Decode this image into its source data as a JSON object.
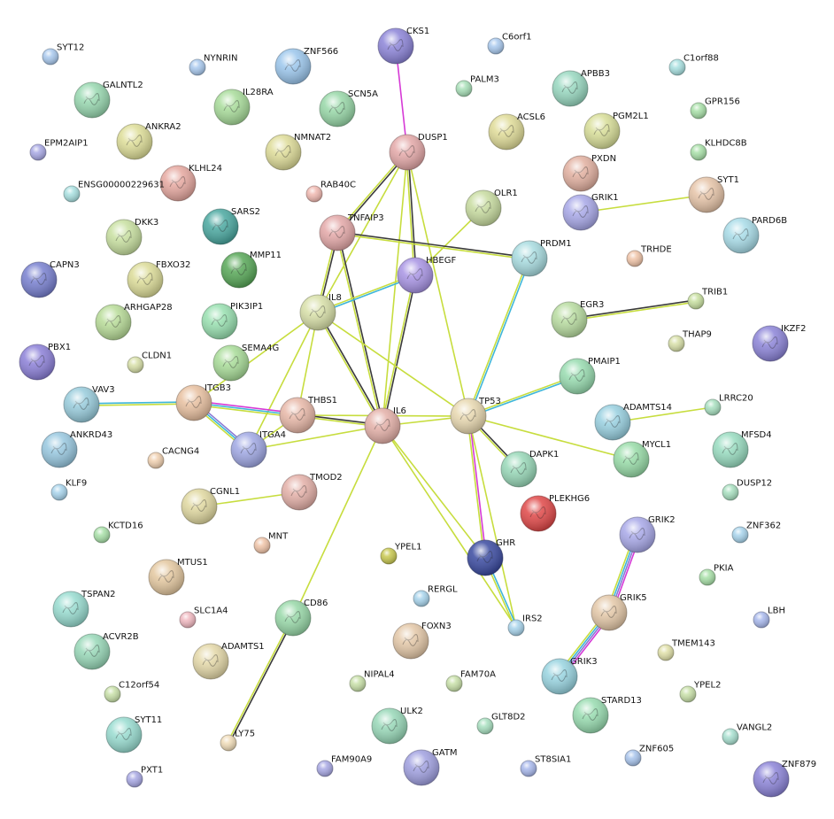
{
  "edge_colors": {
    "textmining": "#c7dd3e",
    "coexpression": "#3a3a3a",
    "experiments": "#d63ad6",
    "databases": "#3fb6d9",
    "homology": "#8a78d4"
  },
  "nodes": [
    {
      "id": "SYT12",
      "color": "#a9c9ee",
      "r": 9
    },
    {
      "id": "NYNRIN",
      "color": "#a9c9ee",
      "r": 9
    },
    {
      "id": "ZNF566",
      "color": "#9bc6ec",
      "r": 20
    },
    {
      "id": "CKS1",
      "color": "#8c84d8",
      "r": 20
    },
    {
      "id": "C6orf1",
      "color": "#a9c9ee",
      "r": 9
    },
    {
      "id": "PALM3",
      "color": "#a8e0b8",
      "r": 9
    },
    {
      "id": "C1orf88",
      "color": "#a8e0e0",
      "r": 9
    },
    {
      "id": "GALNTL2",
      "color": "#98d8b0",
      "r": 20
    },
    {
      "id": "IL28RA",
      "color": "#a8dc9a",
      "r": 20
    },
    {
      "id": "SCN5A",
      "color": "#98d8a8",
      "r": 20
    },
    {
      "id": "APBB3",
      "color": "#98d8c0",
      "r": 20
    },
    {
      "id": "GPR156",
      "color": "#a8e0a8",
      "r": 9
    },
    {
      "id": "ANKRA2",
      "color": "#dede98",
      "r": 20
    },
    {
      "id": "ACSL6",
      "color": "#e0dc98",
      "r": 20
    },
    {
      "id": "PGM2L1",
      "color": "#d8de98",
      "r": 20
    },
    {
      "id": "EPM2AIP1",
      "color": "#a8a8e4",
      "r": 9
    },
    {
      "id": "NMNAT2",
      "color": "#dedc98",
      "r": 20
    },
    {
      "id": "DUSP1",
      "color": "#e4a8a8",
      "r": 20
    },
    {
      "id": "KLHDC8B",
      "color": "#a8e0a8",
      "r": 9
    },
    {
      "id": "KLHL24",
      "color": "#e6a8a0",
      "r": 20
    },
    {
      "id": "PXDN",
      "color": "#e2b0a0",
      "r": 20
    },
    {
      "id": "ENSG00000229631",
      "color": "#a8e0e0",
      "r": 9
    },
    {
      "id": "RAB40C",
      "color": "#f0b8b0",
      "r": 9
    },
    {
      "id": "SYT1",
      "color": "#e6c4a8",
      "r": 20
    },
    {
      "id": "GRIK1",
      "color": "#a8a8e8",
      "r": 20
    },
    {
      "id": "OLR1",
      "color": "#c8dca0",
      "r": 20
    },
    {
      "id": "TNFAIP3",
      "color": "#e4a8a8",
      "r": 20
    },
    {
      "id": "SARS2",
      "color": "#4aa8a0",
      "r": 20
    },
    {
      "id": "DKK3",
      "color": "#c8e0a0",
      "r": 20
    },
    {
      "id": "PARD6B",
      "color": "#a8dce8",
      "r": 20
    },
    {
      "id": "MMP11",
      "color": "#58a858",
      "r": 20
    },
    {
      "id": "CAPN3",
      "color": "#7880d0",
      "r": 20
    },
    {
      "id": "FBXO32",
      "color": "#dcdc98",
      "r": 20
    },
    {
      "id": "PRDM1",
      "color": "#a8dce0",
      "r": 20
    },
    {
      "id": "TRHDE",
      "color": "#f0c4a8",
      "r": 9
    },
    {
      "id": "HBEGF",
      "color": "#a894e4",
      "r": 20
    },
    {
      "id": "TRIB1",
      "color": "#c8e0a0",
      "r": 9
    },
    {
      "id": "IL8",
      "color": "#d8e0a8",
      "r": 20
    },
    {
      "id": "PIK3IP1",
      "color": "#98e0b0",
      "r": 20
    },
    {
      "id": "ARHGAP28",
      "color": "#b8dc98",
      "r": 20
    },
    {
      "id": "EGR3",
      "color": "#b8dca0",
      "r": 20
    },
    {
      "id": "IKZF2",
      "color": "#8c84d8",
      "r": 20
    },
    {
      "id": "THAP9",
      "color": "#d8e0a8",
      "r": 9
    },
    {
      "id": "PBX1",
      "color": "#8c80d8",
      "r": 20
    },
    {
      "id": "CLDN1",
      "color": "#d8e0a8",
      "r": 9
    },
    {
      "id": "SEMA4G",
      "color": "#a8dc98",
      "r": 20
    },
    {
      "id": "PMAIP1",
      "color": "#98dcb0",
      "r": 20
    },
    {
      "id": "VAV3",
      "color": "#98ccdc",
      "r": 20
    },
    {
      "id": "ITGB3",
      "color": "#e8c0a0",
      "r": 20
    },
    {
      "id": "THBS1",
      "color": "#e8b8a8",
      "r": 20
    },
    {
      "id": "IL6",
      "color": "#e4b0a8",
      "r": 20
    },
    {
      "id": "TP53",
      "color": "#e8d8b0",
      "r": 20
    },
    {
      "id": "ADAMTS14",
      "color": "#98d0e0",
      "r": 20
    },
    {
      "id": "LRRC20",
      "color": "#a8e0c0",
      "r": 9
    },
    {
      "id": "ANKRD43",
      "color": "#98c8e0",
      "r": 20
    },
    {
      "id": "ITGA4",
      "color": "#a0a8e4",
      "r": 20
    },
    {
      "id": "MFSD4",
      "color": "#98dcc0",
      "r": 20
    },
    {
      "id": "DAPK1",
      "color": "#98d8b8",
      "r": 20
    },
    {
      "id": "MYCL1",
      "color": "#98dca8",
      "r": 20
    },
    {
      "id": "CACNG4",
      "color": "#f0d0b0",
      "r": 9
    },
    {
      "id": "KLF9",
      "color": "#a8d4ec",
      "r": 9
    },
    {
      "id": "TMOD2",
      "color": "#e4b0a8",
      "r": 20
    },
    {
      "id": "CGNL1",
      "color": "#e0d8a0",
      "r": 20
    },
    {
      "id": "DUSP12",
      "color": "#a8e0c0",
      "r": 9
    },
    {
      "id": "PLEKHG6",
      "color": "#e04848",
      "r": 20
    },
    {
      "id": "GRIK2",
      "color": "#a8a8e8",
      "r": 20
    },
    {
      "id": "ZNF362",
      "color": "#a8d4ec",
      "r": 9
    },
    {
      "id": "KCTD16",
      "color": "#a8e0a8",
      "r": 9
    },
    {
      "id": "MNT",
      "color": "#f0c4a8",
      "r": 9
    },
    {
      "id": "YPEL1",
      "color": "#c8c850",
      "r": 9
    },
    {
      "id": "GHR",
      "color": "#3a4aa0",
      "r": 20
    },
    {
      "id": "MTUS1",
      "color": "#e4c8a0",
      "r": 20
    },
    {
      "id": "PKIA",
      "color": "#a8e0a8",
      "r": 9
    },
    {
      "id": "TSPAN2",
      "color": "#98dcd0",
      "r": 20
    },
    {
      "id": "RERGL",
      "color": "#a8d4ec",
      "r": 9
    },
    {
      "id": "GRIK5",
      "color": "#e4c8a8",
      "r": 20
    },
    {
      "id": "SLC1A4",
      "color": "#f0b8c0",
      "r": 9
    },
    {
      "id": "CD86",
      "color": "#98d8a8",
      "r": 20
    },
    {
      "id": "LBH",
      "color": "#a8b8ec",
      "r": 9
    },
    {
      "id": "IRS2",
      "color": "#a8d4ec",
      "r": 9
    },
    {
      "id": "ACVR2B",
      "color": "#98d8b8",
      "r": 20
    },
    {
      "id": "FOXN3",
      "color": "#e4c8a8",
      "r": 20
    },
    {
      "id": "ADAMTS1",
      "color": "#e4d8a8",
      "r": 20
    },
    {
      "id": "TMEM143",
      "color": "#e0e0a8",
      "r": 9
    },
    {
      "id": "GRIK3",
      "color": "#98d4e0",
      "r": 20
    },
    {
      "id": "NIPAL4",
      "color": "#c8e0a8",
      "r": 9
    },
    {
      "id": "FAM70A",
      "color": "#c8e0a8",
      "r": 9
    },
    {
      "id": "C12orf54",
      "color": "#c8e0a8",
      "r": 9
    },
    {
      "id": "STARD13",
      "color": "#98dcb0",
      "r": 20
    },
    {
      "id": "YPEL2",
      "color": "#c8e0a8",
      "r": 9
    },
    {
      "id": "GLT8D2",
      "color": "#a8e0c0",
      "r": 9
    },
    {
      "id": "ULK2",
      "color": "#98d8b8",
      "r": 20
    },
    {
      "id": "SYT11",
      "color": "#98dcd0",
      "r": 20
    },
    {
      "id": "LY75",
      "color": "#f0dcb8",
      "r": 9
    },
    {
      "id": "VANGL2",
      "color": "#a8e0d0",
      "r": 9
    },
    {
      "id": "FAM90A9",
      "color": "#a8a8e4",
      "r": 9
    },
    {
      "id": "GATM",
      "color": "#a0a0e0",
      "r": 20
    },
    {
      "id": "ST8SIA1",
      "color": "#a8b8ec",
      "r": 9
    },
    {
      "id": "ZNF605",
      "color": "#a8c4ec",
      "r": 9
    },
    {
      "id": "PXT1",
      "color": "#a8a8e4",
      "r": 9
    },
    {
      "id": "ZNF879",
      "color": "#8c84d8",
      "r": 20
    }
  ],
  "edges": [
    {
      "a": "CKS1",
      "b": "DUSP1",
      "types": [
        "experiments"
      ]
    },
    {
      "a": "DUSP1",
      "b": "TNFAIP3",
      "types": [
        "coexpression",
        "textmining"
      ]
    },
    {
      "a": "DUSP1",
      "b": "HBEGF",
      "types": [
        "coexpression",
        "textmining"
      ]
    },
    {
      "a": "DUSP1",
      "b": "IL6",
      "types": [
        "textmining"
      ]
    },
    {
      "a": "DUSP1",
      "b": "IL8",
      "types": [
        "textmining"
      ]
    },
    {
      "a": "DUSP1",
      "b": "TP53",
      "types": [
        "textmining"
      ]
    },
    {
      "a": "GRIK1",
      "b": "SYT1",
      "types": [
        "textmining"
      ]
    },
    {
      "a": "OLR1",
      "b": "HBEGF",
      "types": [
        "textmining"
      ]
    },
    {
      "a": "TNFAIP3",
      "b": "PRDM1",
      "types": [
        "coexpression",
        "textmining"
      ]
    },
    {
      "a": "TNFAIP3",
      "b": "IL8",
      "types": [
        "coexpression",
        "textmining"
      ]
    },
    {
      "a": "TNFAIP3",
      "b": "IL6",
      "types": [
        "coexpression",
        "textmining"
      ]
    },
    {
      "a": "HBEGF",
      "b": "IL8",
      "types": [
        "databases",
        "textmining"
      ]
    },
    {
      "a": "HBEGF",
      "b": "IL6",
      "types": [
        "coexpression",
        "textmining"
      ]
    },
    {
      "a": "PRDM1",
      "b": "TP53",
      "types": [
        "databases",
        "textmining"
      ]
    },
    {
      "a": "EGR3",
      "b": "TRIB1",
      "types": [
        "coexpression",
        "textmining"
      ]
    },
    {
      "a": "IL8",
      "b": "IL6",
      "types": [
        "coexpression",
        "textmining"
      ]
    },
    {
      "a": "IL8",
      "b": "THBS1",
      "types": [
        "textmining"
      ]
    },
    {
      "a": "IL8",
      "b": "ITGA4",
      "types": [
        "textmining"
      ]
    },
    {
      "a": "IL8",
      "b": "TP53",
      "types": [
        "textmining"
      ]
    },
    {
      "a": "IL8",
      "b": "ITGB3",
      "types": [
        "textmining"
      ]
    },
    {
      "a": "PMAIP1",
      "b": "TP53",
      "types": [
        "databases",
        "textmining"
      ]
    },
    {
      "a": "VAV3",
      "b": "ITGB3",
      "types": [
        "databases",
        "textmining"
      ]
    },
    {
      "a": "ITGB3",
      "b": "THBS1",
      "types": [
        "experiments",
        "databases",
        "textmining"
      ]
    },
    {
      "a": "ITGB3",
      "b": "ITGA4",
      "types": [
        "homology",
        "databases",
        "textmining"
      ]
    },
    {
      "a": "THBS1",
      "b": "IL6",
      "types": [
        "coexpression",
        "textmining"
      ]
    },
    {
      "a": "THBS1",
      "b": "ITGA4",
      "types": [
        "textmining"
      ]
    },
    {
      "a": "THBS1",
      "b": "TP53",
      "types": [
        "textmining"
      ]
    },
    {
      "a": "IL6",
      "b": "TP53",
      "types": [
        "textmining"
      ]
    },
    {
      "a": "IL6",
      "b": "ITGA4",
      "types": [
        "textmining"
      ]
    },
    {
      "a": "IL6",
      "b": "GHR",
      "types": [
        "textmining"
      ]
    },
    {
      "a": "IL6",
      "b": "IRS2",
      "types": [
        "textmining"
      ]
    },
    {
      "a": "IL6",
      "b": "CD86",
      "types": [
        "textmining"
      ]
    },
    {
      "a": "ADAMTS14",
      "b": "LRRC20",
      "types": [
        "textmining"
      ]
    },
    {
      "a": "TP53",
      "b": "DAPK1",
      "types": [
        "coexpression",
        "textmining"
      ]
    },
    {
      "a": "TP53",
      "b": "MYCL1",
      "types": [
        "textmining"
      ]
    },
    {
      "a": "TP53",
      "b": "GHR",
      "types": [
        "experiments",
        "textmining"
      ]
    },
    {
      "a": "TP53",
      "b": "IRS2",
      "types": [
        "textmining"
      ]
    },
    {
      "a": "CGNL1",
      "b": "TMOD2",
      "types": [
        "textmining"
      ]
    },
    {
      "a": "GHR",
      "b": "IRS2",
      "types": [
        "databases",
        "textmining"
      ]
    },
    {
      "a": "GRIK2",
      "b": "GRIK5",
      "types": [
        "experiments",
        "homology",
        "databases",
        "textmining"
      ]
    },
    {
      "a": "GRIK5",
      "b": "GRIK3",
      "types": [
        "experiments",
        "homology",
        "databases",
        "textmining"
      ]
    },
    {
      "a": "CD86",
      "b": "LY75",
      "types": [
        "coexpression",
        "textmining"
      ]
    }
  ]
}
